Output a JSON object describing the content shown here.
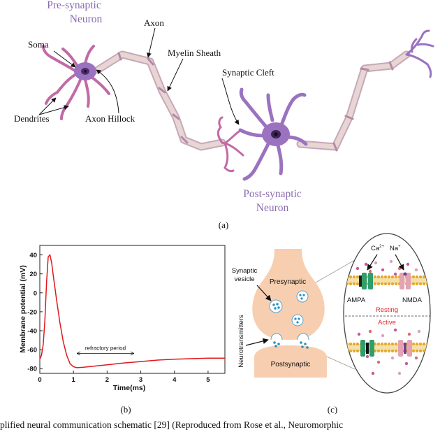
{
  "panel_a": {
    "label": "(a)",
    "labels": {
      "pre_synaptic_line1": "Pre-synaptic",
      "pre_synaptic_line2": "Neuron",
      "soma": "Soma",
      "dendrites": "Dendrites",
      "axon_hillock": "Axon Hillock",
      "axon": "Axon",
      "myelin_sheath": "Myelin Sheath",
      "synaptic_cleft": "Synaptic Cleft",
      "post_synaptic_line1": "Post-synaptic",
      "post_synaptic_line2": "Neuron"
    },
    "colors": {
      "neuron_purple": "#9b72c0",
      "dendrite_pink": "#c26aa6",
      "myelin": "#d9c2c8",
      "label_purple": "#8a6bb0"
    }
  },
  "panel_b": {
    "label": "(b)",
    "chart_data": {
      "type": "line",
      "xlabel": "Time(ms)",
      "ylabel": "Membrane potential (mV)",
      "xlim": [
        0,
        5.5
      ],
      "ylim": [
        -85,
        50
      ],
      "xticks": [
        0,
        1,
        2,
        3,
        4,
        5
      ],
      "yticks": [
        -80,
        -60,
        -40,
        -20,
        0,
        20,
        40
      ],
      "annotation": "refractory period",
      "annotation_range": [
        1.1,
        2.8
      ],
      "annotation_y": -64,
      "series": [
        {
          "color": "#e0191b",
          "x": [
            0,
            0.05,
            0.1,
            0.15,
            0.2,
            0.25,
            0.3,
            0.35,
            0.4,
            0.5,
            0.6,
            0.7,
            0.8,
            0.9,
            1.0,
            1.1,
            1.3,
            1.6,
            2.0,
            2.5,
            3.0,
            3.5,
            4.0,
            4.5,
            5.0,
            5.5
          ],
          "y": [
            -70,
            -66,
            -55,
            -30,
            10,
            38,
            40,
            32,
            18,
            -8,
            -32,
            -52,
            -66,
            -75,
            -78,
            -79,
            -78.5,
            -77.5,
            -76,
            -74,
            -72.5,
            -71,
            -70,
            -69.5,
            -69,
            -69
          ]
        }
      ]
    }
  },
  "panel_c": {
    "label": "(c)",
    "labels": {
      "synaptic_vesicle_line1": "Synaptic",
      "synaptic_vesicle_line2": "vesicle",
      "presynaptic": "Presynaptic",
      "postsynaptic": "Postsynaptic",
      "neurotransmitters": "Neurotransmitters",
      "ca": "Ca",
      "ca_sup": "2+",
      "na": "Na",
      "na_sup": "+",
      "ampa": "AMPA",
      "nmda": "NMDA",
      "resting": "Resting",
      "active": "Active"
    },
    "colors": {
      "terminal": "#f7cfb0",
      "vesicle": "#2a8fc4",
      "ampa": "#2e9e6a",
      "nmda": "#e3a3b0",
      "state_red": "#e0262c"
    }
  },
  "caption": {
    "text": "plified neural communication schematic [29] (Reproduced from Rose et al., Neuromorphic"
  }
}
